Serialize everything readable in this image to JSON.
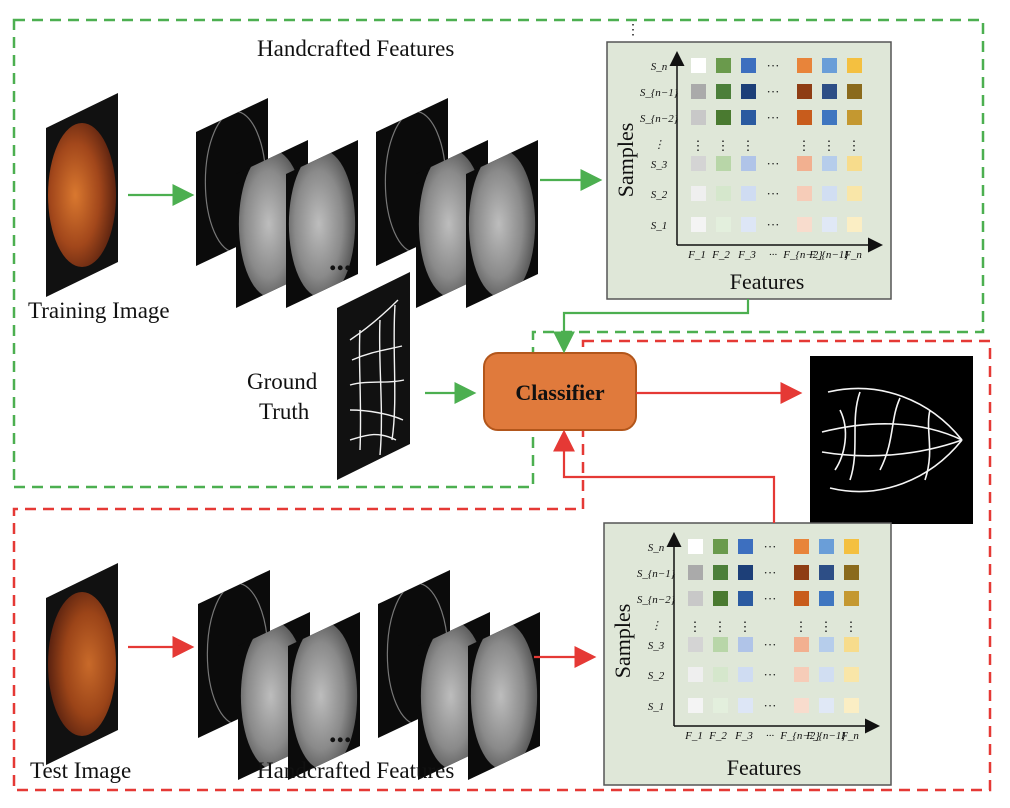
{
  "labels": {
    "training_image": "Training Image",
    "test_image": "Test Image",
    "handcrafted_top": "Handcrafted Features",
    "handcrafted_bottom": "Handcrafted Features",
    "ground_truth_1": "Ground",
    "ground_truth_2": "Truth",
    "classifier": "Classifier",
    "ellipsis": "...",
    "vdots": "⋮",
    "hdots": "···"
  },
  "matrix": {
    "y_label": "Samples",
    "x_label": "Features",
    "row_labels": [
      "S_n",
      "S_{n−1}",
      "S_{n−2}",
      "⋮",
      "S_3",
      "S_2",
      "S_1"
    ],
    "col_labels": [
      "F_1",
      "F_2",
      "F_3",
      "···",
      "F_{n−2}",
      "F_{n−1}",
      "F_n"
    ]
  },
  "colors": {
    "train_flow": "#4caf50",
    "test_flow": "#e53935",
    "classifier_fill": "#e07a3c",
    "classifier_stroke": "#b2561b",
    "matrix_bg": "#dfe7d8",
    "dash_green": "#4caf50",
    "dash_red": "#e53935"
  }
}
